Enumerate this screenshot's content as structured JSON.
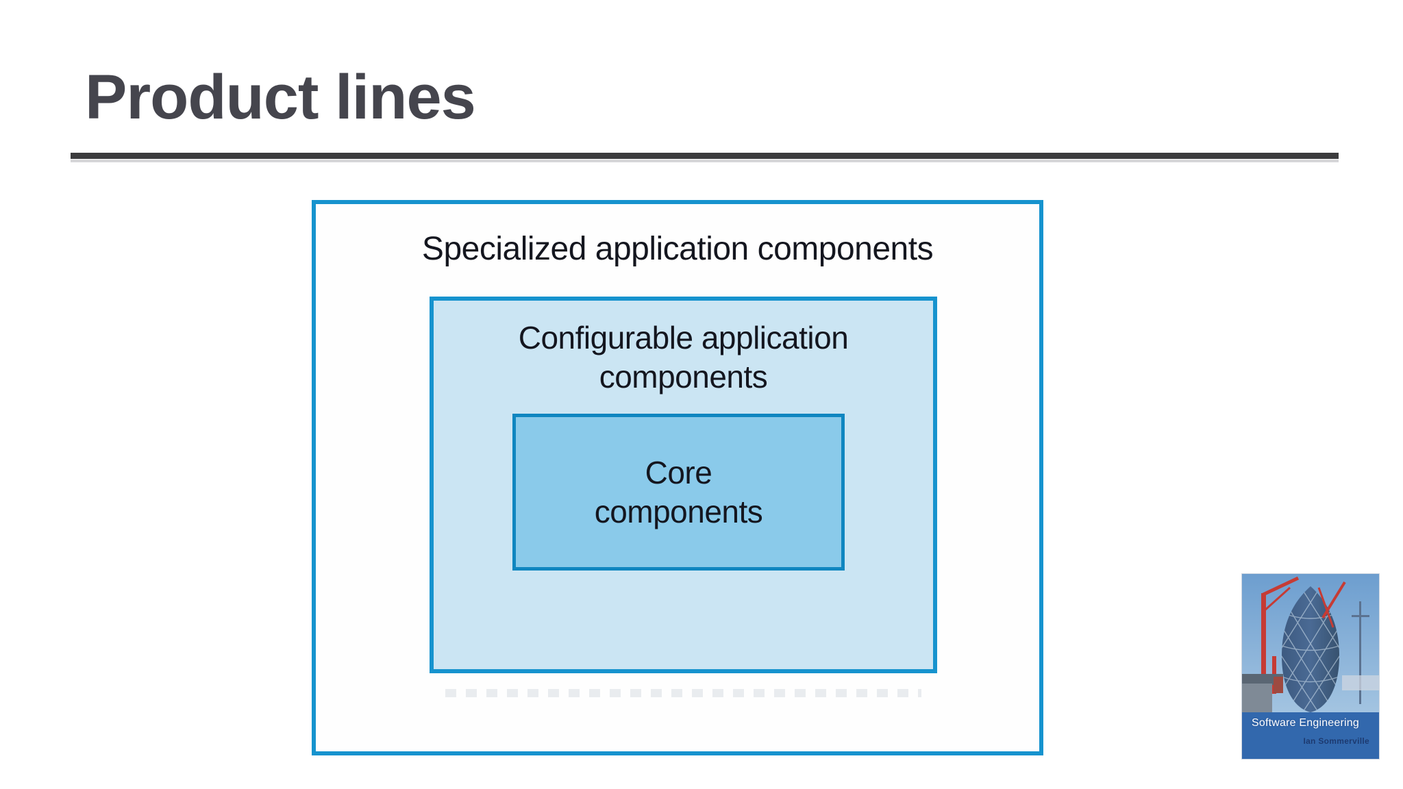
{
  "slide": {
    "title": "Product lines"
  },
  "diagram": {
    "outer_label": "Specialized application components",
    "middle_label_line1": "Configurable application",
    "middle_label_line2": "components",
    "inner_label_line1": "Core",
    "inner_label_line2": "components"
  },
  "book": {
    "title": "Software Engineering",
    "author": "Ian Sommerville"
  },
  "colors": {
    "accent_border": "#1693ce",
    "inner_border": "#0f86c0",
    "middle_fill": "#cbe5f3",
    "inner_fill": "#8acaea",
    "title_text": "#45454d",
    "diagram_text": "#14161f",
    "rule_dark": "#3b3b3d",
    "rule_light": "#d6d6d8",
    "book_band": "#3268ad",
    "book_author_text": "#1d3a70"
  }
}
